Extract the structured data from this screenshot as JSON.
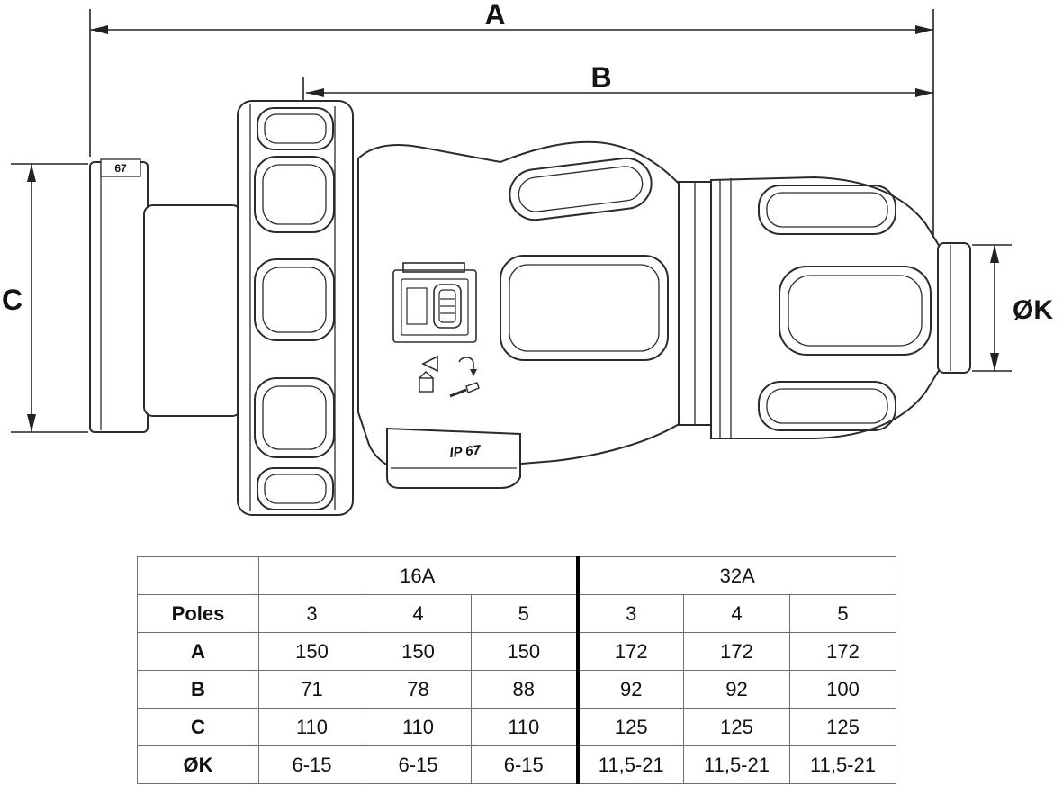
{
  "drawing": {
    "dim_a_label": "A",
    "dim_b_label": "B",
    "dim_c_label": "C",
    "dim_k_label": "ØK",
    "gland_marking": "67",
    "ip_rating_label": "IP 67",
    "icons": [
      "unlock-triangle-icon",
      "hook-arrow-icon",
      "plug-document-icon",
      "screwdriver-icon"
    ]
  },
  "table": {
    "group_headers": [
      "16A",
      "32A"
    ],
    "rows": [
      {
        "label": "Poles",
        "values": [
          "3",
          "4",
          "5",
          "3",
          "4",
          "5"
        ]
      },
      {
        "label": "A",
        "values": [
          "150",
          "150",
          "150",
          "172",
          "172",
          "172"
        ]
      },
      {
        "label": "B",
        "values": [
          "71",
          "78",
          "88",
          "92",
          "92",
          "100"
        ]
      },
      {
        "label": "C",
        "values": [
          "110",
          "110",
          "110",
          "125",
          "125",
          "125"
        ]
      },
      {
        "label": "ØK",
        "values": [
          "6-15",
          "6-15",
          "6-15",
          "11,5-21",
          "11,5-21",
          "11,5-21"
        ]
      }
    ]
  }
}
